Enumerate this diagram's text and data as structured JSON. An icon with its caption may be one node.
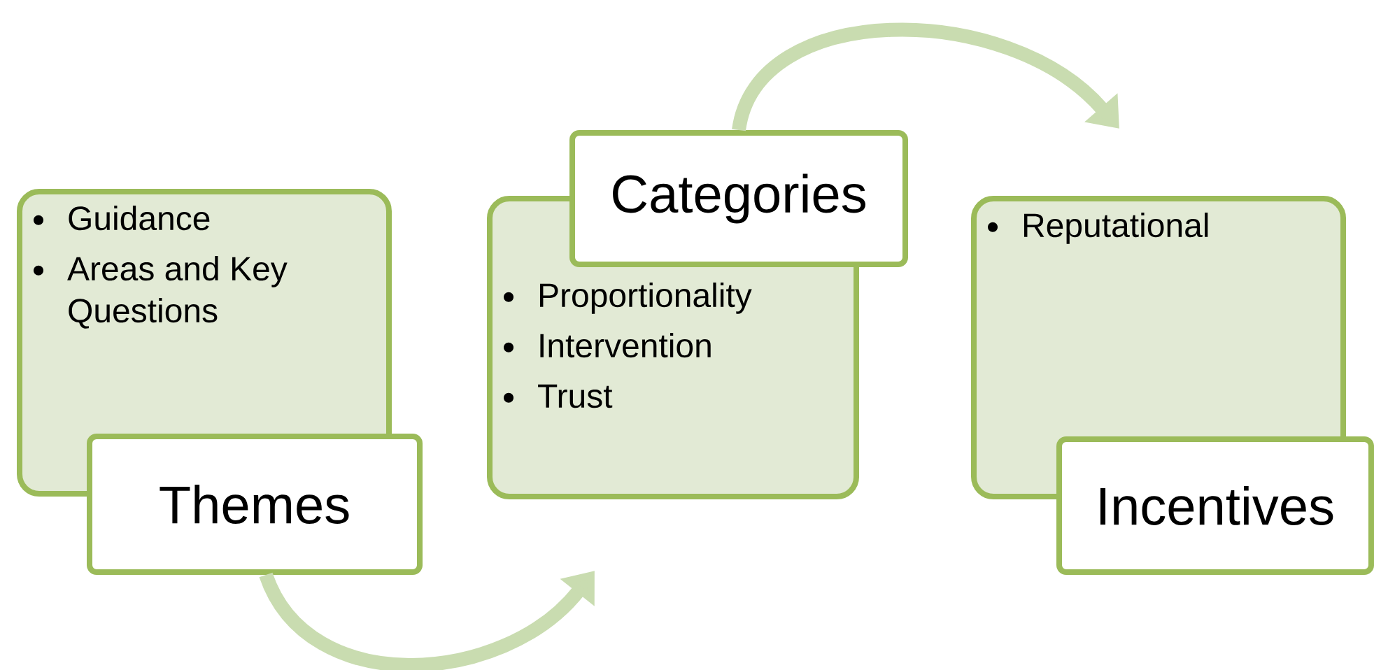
{
  "diagram": {
    "nodes": [
      {
        "text": [
          "Guidance",
          "Areas and Key Questions"
        ]
      },
      {
        "text": [
          "Themes"
        ]
      },
      {
        "text": [
          "Proportionality",
          "Intervention",
          "Trust"
        ]
      },
      {
        "text": [
          "Categories"
        ]
      },
      {
        "text": [
          "Reputational"
        ]
      },
      {
        "text": [
          "Incentives"
        ]
      }
    ],
    "edges": [
      {
        "from": 1,
        "to": 2,
        "arrow": "to"
      },
      {
        "from": 3,
        "to": 4,
        "arrow": "to"
      }
    ]
  }
}
